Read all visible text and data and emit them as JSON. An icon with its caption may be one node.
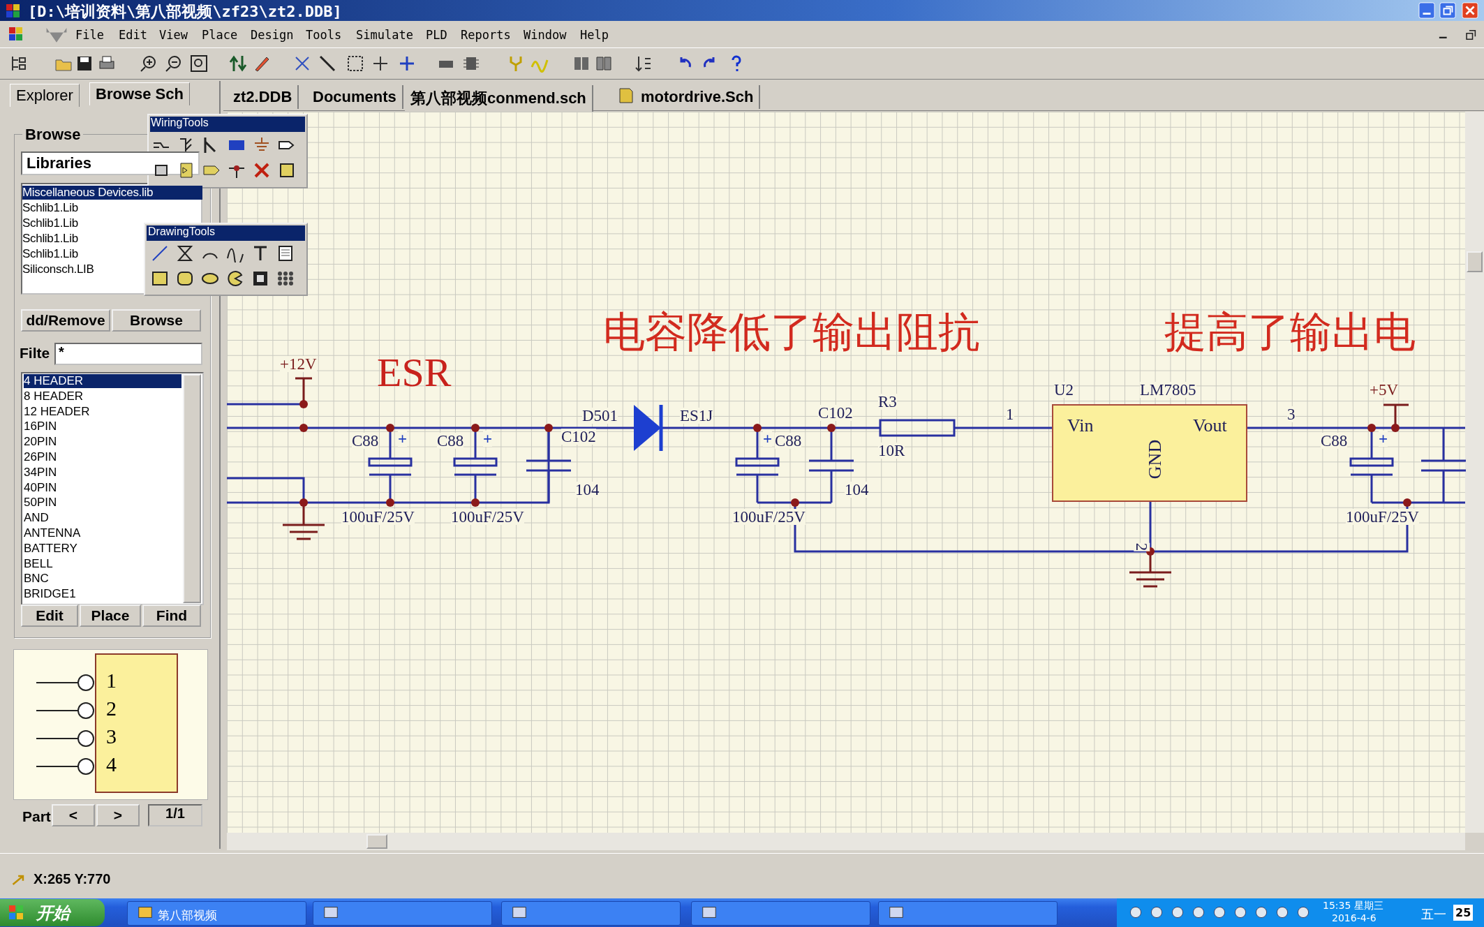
{
  "diagram": {
    "nodes": [
      {
        "text": [
          "Vin",
          "Vout",
          "GND"
        ],
        "beside": [
          "U2",
          "LM7805"
        ]
      },
      {
        "text": [
          "1",
          "2",
          "3",
          "4"
        ]
      }
    ],
    "labels": [
      "[D:\\培训资料\\第八部视频\\zf23\\zt2.DDB]",
      "File",
      "Edit",
      "View",
      "Place",
      "Design",
      "Tools",
      "Simulate",
      "PLD",
      "Reports",
      "Window",
      "Help",
      "Explorer",
      "Browse Sch",
      "zt2.DDB",
      "Documents",
      "第八部视频conmend.sch",
      "motordrive.Sch",
      "WiringTools",
      "Browse",
      "Libraries",
      "Miscellaneous Devices.lib",
      "Schlib1.Lib",
      "Schlib1.Lib",
      "Schlib1.Lib",
      "Schlib1.Lib",
      "Siliconsch.LIB",
      "DrawingTools",
      "dd/Remove",
      "Browse",
      "Filte",
      "*",
      "4 HEADER",
      "8 HEADER",
      "12 HEADER",
      "16PIN",
      "20PIN",
      "26PIN",
      "34PIN",
      "40PIN",
      "50PIN",
      "AND",
      "ANTENNA",
      "BATTERY",
      "BELL",
      "BNC",
      "BRIDGE1",
      "Edit",
      "Place",
      "Find",
      "Part",
      "<",
      ">",
      "1/1",
      "电容降低了输出阻抗",
      "提高了输出电",
      "+12V",
      "ESR",
      "+5V",
      "D501",
      "ES1J",
      "C102",
      "R3",
      "1",
      "3",
      "C88",
      "+",
      "C88",
      "+",
      "C102",
      "+",
      "C88",
      "C88",
      "+",
      "10R",
      "104",
      "104",
      "100uF/25V",
      "100uF/25V",
      "100uF/25V",
      "100uF/25V",
      "2",
      "X:265 Y:770",
      "开始",
      "第八部视频",
      "15:35 星期三",
      "2016-4-6",
      "五一",
      "25"
    ]
  }
}
